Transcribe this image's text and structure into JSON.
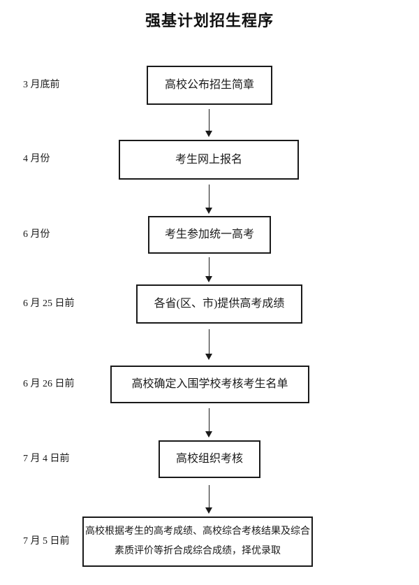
{
  "title": "强基计划招生程序",
  "colors": {
    "text": "#1a1a1a",
    "border": "#1a1a1a",
    "background": "#ffffff"
  },
  "flow": {
    "steps": [
      {
        "date": "3 月底前",
        "label": "高校公布招生简章"
      },
      {
        "date": "4 月份",
        "label": "考生网上报名"
      },
      {
        "date": "6 月份",
        "label": "考生参加统一高考"
      },
      {
        "date": "6 月 25 日前",
        "label": "各省(区、市)提供高考成绩"
      },
      {
        "date": "6 月 26 日前",
        "label": "高校确定入围学校考核考生名单"
      },
      {
        "date": "7 月 4 日前",
        "label": "高校组织考核"
      },
      {
        "date": "7 月 5 日前",
        "label": "高校根据考生的高考成绩、高校综合考核结果及综合素质评价等折合成综合成绩，择优录取",
        "lines": [
          "高校根据考生的高考成绩、高校综合考核结果及综合",
          "素质评价等折合成综合成绩，择优录取"
        ]
      }
    ]
  }
}
